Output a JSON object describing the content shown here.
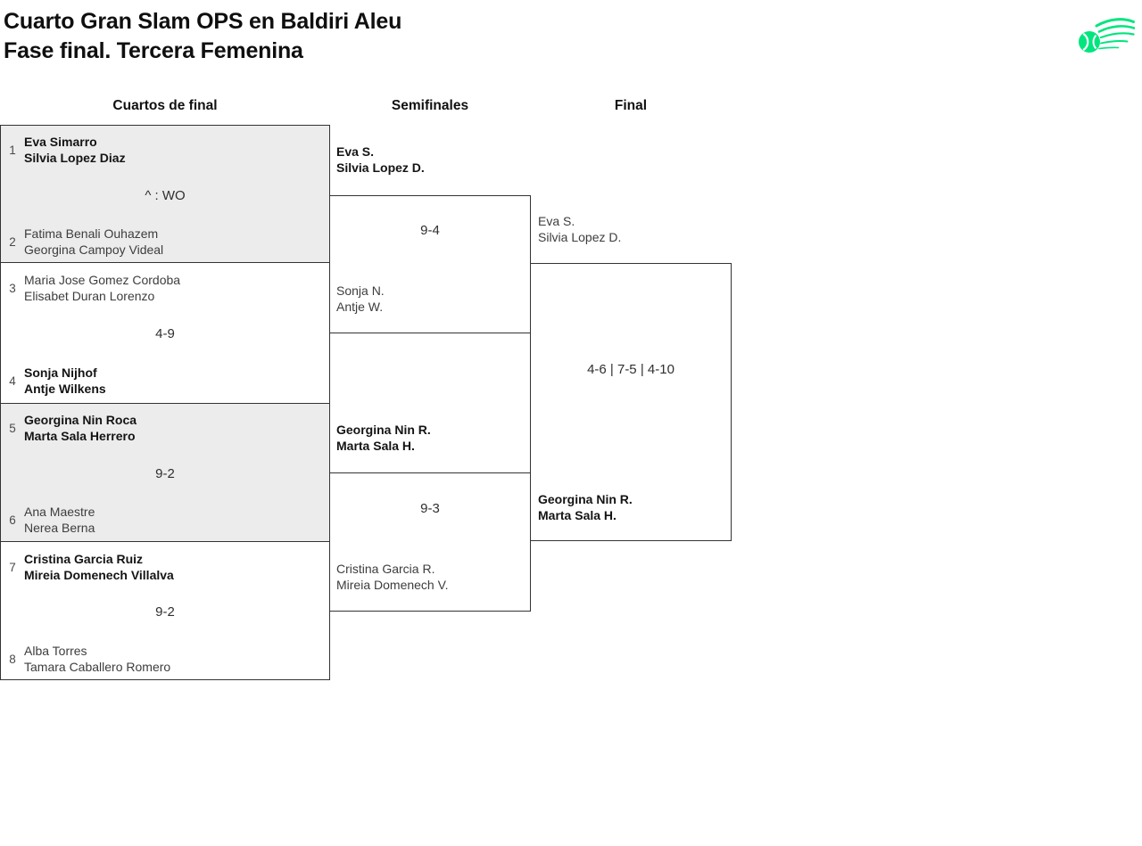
{
  "header": {
    "title_line1": "Cuarto Gran Slam OPS en Baldiri Aleu",
    "title_line2": "Fase final. Tercera Femenina"
  },
  "round_headers": {
    "quarterfinals": "Cuartos de final",
    "semifinals": "Semifinales",
    "final": "Final"
  },
  "colors": {
    "accent_green": "#00E57E",
    "shaded_block": "#ECECEC",
    "border": "#333333"
  },
  "quarterfinals": [
    {
      "shaded": true,
      "top": {
        "seed": "1",
        "line1": "Eva Simarro",
        "line2": "Silvia Lopez Diaz",
        "winner": true
      },
      "score": "^ : WO",
      "bottom": {
        "seed": "2",
        "line1": "Fatima Benali Ouhazem",
        "line2": "Georgina Campoy Videal",
        "winner": false
      }
    },
    {
      "shaded": false,
      "top": {
        "seed": "3",
        "line1": "Maria Jose Gomez Cordoba",
        "line2": "Elisabet Duran Lorenzo",
        "winner": false
      },
      "score": "4-9",
      "bottom": {
        "seed": "4",
        "line1": "Sonja Nijhof",
        "line2": "Antje Wilkens",
        "winner": true
      }
    },
    {
      "shaded": true,
      "top": {
        "seed": "5",
        "line1": "Georgina Nin Roca",
        "line2": "Marta Sala Herrero",
        "winner": true
      },
      "score": "9-2",
      "bottom": {
        "seed": "6",
        "line1": "Ana Maestre",
        "line2": "Nerea Berna",
        "winner": false
      }
    },
    {
      "shaded": false,
      "top": {
        "seed": "7",
        "line1": "Cristina Garcia Ruiz",
        "line2": "Mireia Domenech Villalva",
        "winner": true
      },
      "score": "9-2",
      "bottom": {
        "seed": "8",
        "line1": "Alba Torres",
        "line2": "Tamara Caballero Romero",
        "winner": false
      }
    }
  ],
  "semifinals": [
    {
      "top": {
        "line1": "Eva S.",
        "line2": "Silvia Lopez D.",
        "winner": true
      },
      "score": "9-4",
      "bottom": {
        "line1": "Sonja N.",
        "line2": "Antje W.",
        "winner": false
      }
    },
    {
      "top": {
        "line1": "Georgina Nin R.",
        "line2": "Marta Sala H.",
        "winner": true
      },
      "score": "9-3",
      "bottom": {
        "line1": "Cristina Garcia R.",
        "line2": "Mireia Domenech V.",
        "winner": false
      }
    }
  ],
  "final": {
    "top": {
      "line1": "Eva S.",
      "line2": "Silvia Lopez D.",
      "winner": false
    },
    "score": "4-6 | 7-5 | 4-10",
    "bottom": {
      "line1": "Georgina Nin R.",
      "line2": "Marta Sala H.",
      "winner": true
    }
  }
}
